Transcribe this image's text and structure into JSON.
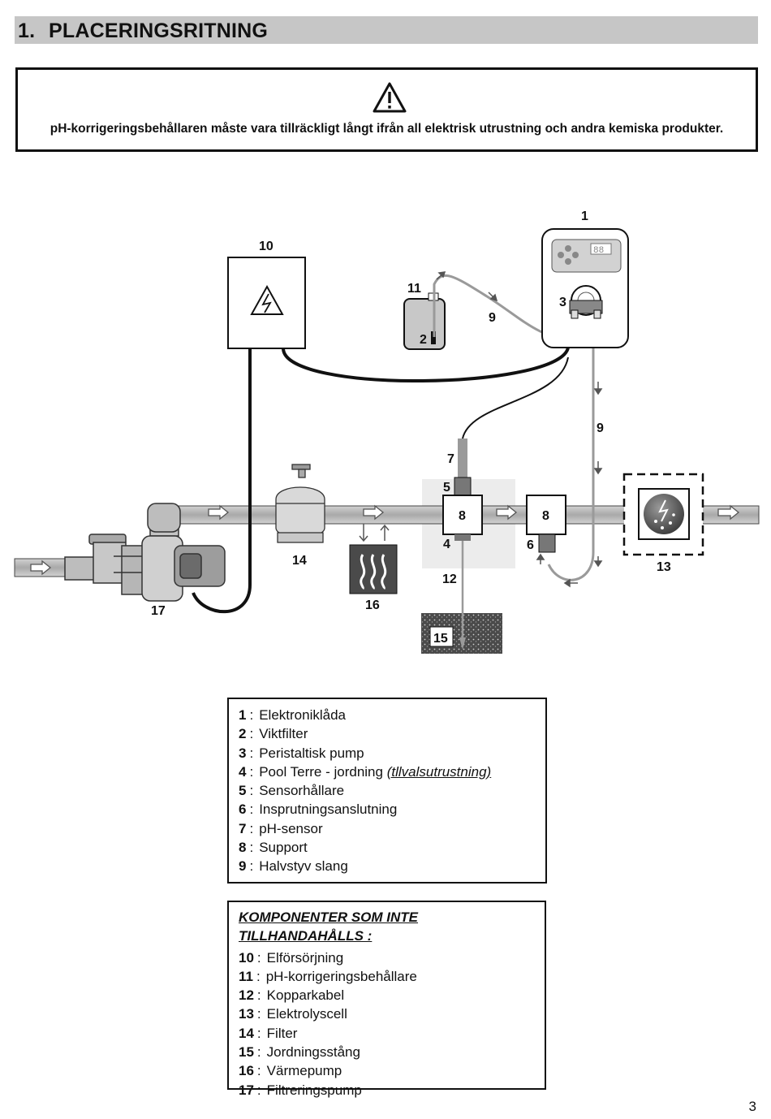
{
  "header": {
    "number": "1.",
    "title": "PLACERINGSRITNING"
  },
  "warning": {
    "icon": "warning-triangle-icon",
    "text": "pH-korrigeringsbehållaren måste vara tillräckligt långt ifrån all elektrisk utrustning och andra kemiska produkter."
  },
  "diagram": {
    "labels": {
      "l1": "1",
      "l2": "2",
      "l3": "3",
      "l4": "4",
      "l5": "5",
      "l6": "6",
      "l7": "7",
      "l8a": "8",
      "l8b": "8",
      "l9a": "9",
      "l9b": "9",
      "l10": "10",
      "l11": "11",
      "l12": "12",
      "l13": "13",
      "l14": "14",
      "l15": "15",
      "l16": "16",
      "l17": "17"
    },
    "display": "88"
  },
  "legend_supplied": [
    {
      "num": "1",
      "text": "Elektroniklåda"
    },
    {
      "num": "2",
      "text": "Viktfilter"
    },
    {
      "num": "3",
      "text": "Peristaltisk pump"
    },
    {
      "num": "4",
      "text": "Pool Terre - jordning",
      "extra": "(tllvalsutrustning)"
    },
    {
      "num": "5",
      "text": "Sensorhållare"
    },
    {
      "num": "6",
      "text": "Insprutningsanslutning"
    },
    {
      "num": "7",
      "text": "pH-sensor"
    },
    {
      "num": "8",
      "text": "Support"
    },
    {
      "num": "9",
      "text": "Halvstyv slang"
    }
  ],
  "legend_not_supplied": {
    "title": "KOMPONENTER SOM INTE TILLHANDAHÅLLS :",
    "items": [
      {
        "num": "10",
        "text": "Elförsörjning"
      },
      {
        "num": "11",
        "text": "pH-korrigeringsbehållare"
      },
      {
        "num": "12",
        "text": "Kopparkabel"
      },
      {
        "num": "13",
        "text": "Elektrolyscell"
      },
      {
        "num": "14",
        "text": "Filter"
      },
      {
        "num": "15",
        "text": "Jordningsstång"
      },
      {
        "num": "16",
        "text": "Värmepump"
      },
      {
        "num": "17",
        "text": "Filtreringspump"
      }
    ]
  },
  "page_number": "3"
}
